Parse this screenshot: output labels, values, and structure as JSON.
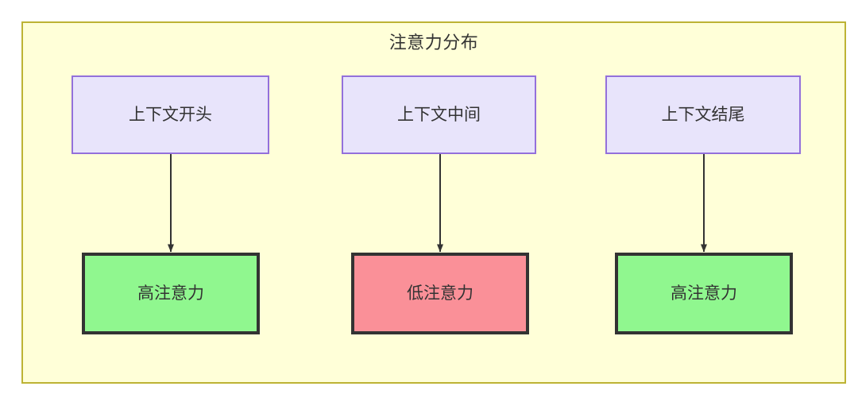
{
  "diagram": {
    "title": "注意力分布",
    "container": {
      "fill": "#ffffd8",
      "stroke": "#bdb334"
    },
    "columns": [
      {
        "source": {
          "label": "上下文开头",
          "fill": "#e8e4fb",
          "stroke": "#9370db"
        },
        "target": {
          "label": "高注意力",
          "fill": "#90f78f",
          "stroke": "#333333",
          "level": "high"
        },
        "edge": {
          "marker": "arrow-down",
          "color": "#333333"
        }
      },
      {
        "source": {
          "label": "上下文中间",
          "fill": "#e8e4fb",
          "stroke": "#9370db"
        },
        "target": {
          "label": "低注意力",
          "fill": "#fa9098",
          "stroke": "#333333",
          "level": "low"
        },
        "edge": {
          "marker": "arrow-down",
          "color": "#333333"
        }
      },
      {
        "source": {
          "label": "上下文结尾",
          "fill": "#e8e4fb",
          "stroke": "#9370db"
        },
        "target": {
          "label": "高注意力",
          "fill": "#90f78f",
          "stroke": "#333333",
          "level": "high"
        },
        "edge": {
          "marker": "arrow-down",
          "color": "#333333"
        }
      }
    ]
  }
}
